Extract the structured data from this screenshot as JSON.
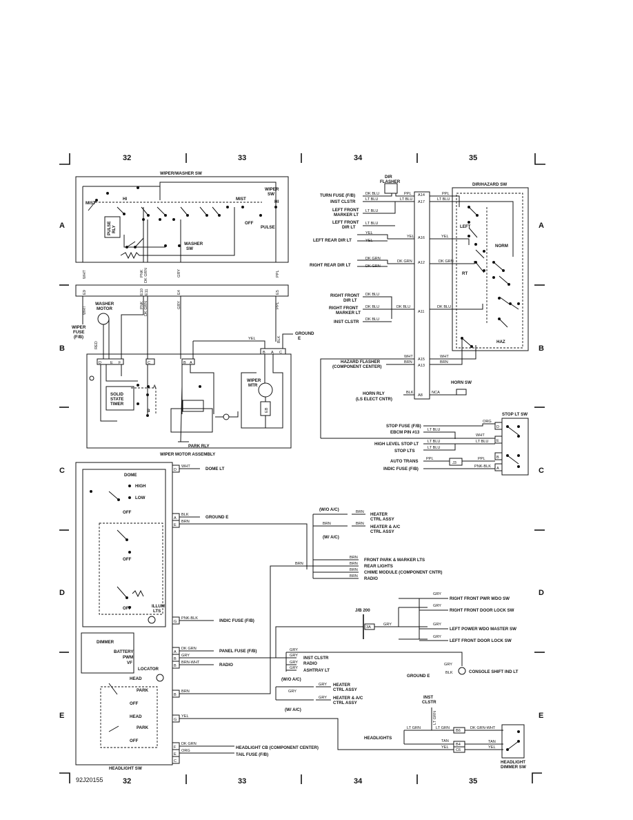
{
  "grid": {
    "columns": [
      "32",
      "33",
      "34",
      "35"
    ],
    "rows": [
      "A",
      "B",
      "C",
      "D",
      "E"
    ],
    "figure_id": "92J20155"
  },
  "wiper": {
    "switch_title": "WIPER/WASHER SW",
    "mist": "MIST",
    "hi": "HI",
    "off": "OFF",
    "pulse": "PULSE",
    "wiper_sw": "WIPER\nSW",
    "washer_sw": "WASHER\nSW",
    "pulse_rly": "PULSE\nRLY",
    "washer_motor": "WASHER\nMOTOR",
    "wiper_fuse": "WIPER\nFUSE\n(F/B)",
    "ground_e": "GROUND\nE",
    "solid_state_timer": "SOLID\nSTATE\nTIMER",
    "wiper_mtr": "WIPER\nMTR",
    "park_rly": "PARK RLY",
    "assembly_title": "WIPER MOTOR ASSEMBLY",
    "conn_top": [
      "E9",
      "E10",
      "E11",
      "E4",
      "E5"
    ],
    "conn_bottom": [
      "D",
      "E",
      "F",
      "C",
      "B",
      "A"
    ],
    "conn_right": [
      "B",
      "A",
      "C"
    ],
    "switch_a": "A",
    "switch_b": "B",
    "wires": [
      "WHT",
      "PNK",
      "DK GRN",
      "GRY",
      "PPL",
      "RED",
      "BLK",
      "YEL"
    ]
  },
  "hazard": {
    "dir_flasher": "DIR\nFLASHER",
    "switch_title": "DIR/HAZARD SW",
    "left": "LEFT",
    "rt": "RT",
    "norm": "NORM",
    "haz": "HAZ",
    "left_labels": [
      "TURN FUSE (F/B)",
      "INST CLSTR",
      "LEFT FRONT\nMARKER LT",
      "LEFT FRONT\nDIR LT",
      "LEFT REAR DIR LT",
      "RIGHT REAR DIR LT",
      "RIGHT FRONT\nDIR LT",
      "RIGHT FRONT\nMARKER LT",
      "INST CLSTR",
      "HAZARD FLASHER\n(COMPONENT CENTER)",
      "HORN RLY\n(LS ELECT CNTR)"
    ],
    "pins": [
      "A14",
      "A17",
      "A16",
      "A12",
      "A11",
      "A15",
      "A13",
      "A8"
    ],
    "wires": [
      "DK BLU",
      "LT BLU",
      "PPL",
      "YEL",
      "DK GRN",
      "WHT",
      "BRN",
      "BLK",
      "NCA"
    ],
    "horn_sw": "HORN SW"
  },
  "stop": {
    "switch_title": "STOP LT SW",
    "labels": [
      "STOP FUSE (F/B)",
      "EBCM PIN #13",
      "HIGH LEVEL STOP LT",
      "STOP LTS",
      "AUTO TRANS",
      "INDIC FUSE (F/B)"
    ],
    "wires": [
      "ORG",
      "LT BLU",
      "WHT",
      "PPL",
      "PNK-BLK"
    ],
    "pins": [
      "D",
      "E",
      "B",
      "A"
    ],
    "j3": "J3"
  },
  "headlight": {
    "dome": "DOME",
    "high": "HIGH",
    "low": "LOW",
    "off": "OFF",
    "illum_lts": "ILLUM\nLTS",
    "dimmer": "DIMMER",
    "battery": "BATTERY",
    "pwm": "PWM",
    "vf": "VF",
    "locator": "LOCATOR",
    "head": "HEAD",
    "park": "PARK",
    "switch_title": "HEADLIGHT SW",
    "pins": [
      "D",
      "A",
      "E",
      "G",
      "A",
      "B",
      "B",
      "G",
      "F",
      "C"
    ],
    "outputs": [
      "DOME LT",
      "GROUND E",
      "INDIC FUSE (F/B)",
      "PANEL FUSE (F/B)",
      "RADIO",
      "HEADLIGHT CB (COMPONENT CENTER)",
      "TAIL FUSE (F/B)"
    ],
    "wires": [
      "WHT",
      "BLK",
      "BRN",
      "PNK-BLK",
      "DK GRN",
      "GRY",
      "BRN-WHT",
      "YEL",
      "ORG"
    ]
  },
  "brn_loads": {
    "wo_ac": "(W/O A/C)",
    "w_ac": "(W/ A/C)",
    "heater_ctrl": "HEATER\nCTRL ASSY",
    "heater_ac_ctrl": "HEATER & A/C\nCTRL ASSY",
    "items": [
      "FRONT PARK & MARKER LTS",
      "REAR LIGHTS",
      "CHIME MODULE (COMPONENT CNTR)",
      "RADIO"
    ]
  },
  "gry_loads": {
    "jb": "J/B 200",
    "pin": "3A",
    "items": [
      "RIGHT FRONT PWR WDO SW",
      "RIGHT FRONT DOOR LOCK SW",
      "LEFT POWER WDO MASTER SW",
      "LEFT FRONT DOOR LOCK SW"
    ],
    "panel_items": [
      "INST CLSTR",
      "RADIO",
      "ASHTRAY LT"
    ],
    "console": "CONSOLE SHIFT IND LT",
    "ground_e": "GROUND E"
  },
  "dimmer": {
    "inst_clstr": "INST\nCLSTR",
    "headlights": "HEADLIGHTS",
    "pins": [
      "B6",
      "B4",
      "C6"
    ],
    "wires": [
      "LT GRN",
      "DK GRN-WHT",
      "TAN",
      "YEL"
    ],
    "title": "HEADLIGHT\nDIMMER SW"
  }
}
